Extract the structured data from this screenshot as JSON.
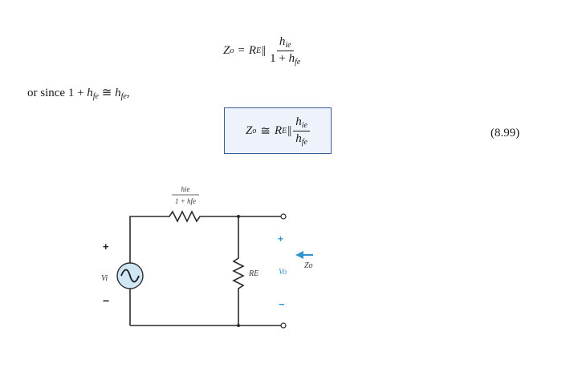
{
  "eq1": {
    "lhs": "Z",
    "lhs_sub": "o",
    "op": "=",
    "r": "R",
    "r_sub": "E",
    "parallel": "||",
    "num": "h",
    "num_sub": "ie",
    "den_prefix": "1 + ",
    "den": "h",
    "den_sub": "fe"
  },
  "sentence": {
    "prefix": "or since 1 + ",
    "h1": "h",
    "h1_sub": "fe",
    "approx": " ≅ ",
    "h2": "h",
    "h2_sub": "fe",
    "suffix": ","
  },
  "boxed_eq": {
    "lhs": "Z",
    "lhs_sub": "o",
    "op": "≅",
    "r": "R",
    "r_sub": "E",
    "parallel": "||",
    "num": "h",
    "num_sub": "ie",
    "den": "h",
    "den_sub": "fe"
  },
  "equation_number": "(8.99)",
  "circuit": {
    "series_label_num": "hie",
    "series_label_den": "1 + hfe",
    "source_label": "Vi",
    "plus": "+",
    "minus": "−",
    "load_label": "RE",
    "out_label": "Vo",
    "arrow_label": "Zo",
    "colors": {
      "wire": "#2b2b2b",
      "source_fill": "#cfe6f5",
      "arrow": "#2e95d0"
    }
  }
}
